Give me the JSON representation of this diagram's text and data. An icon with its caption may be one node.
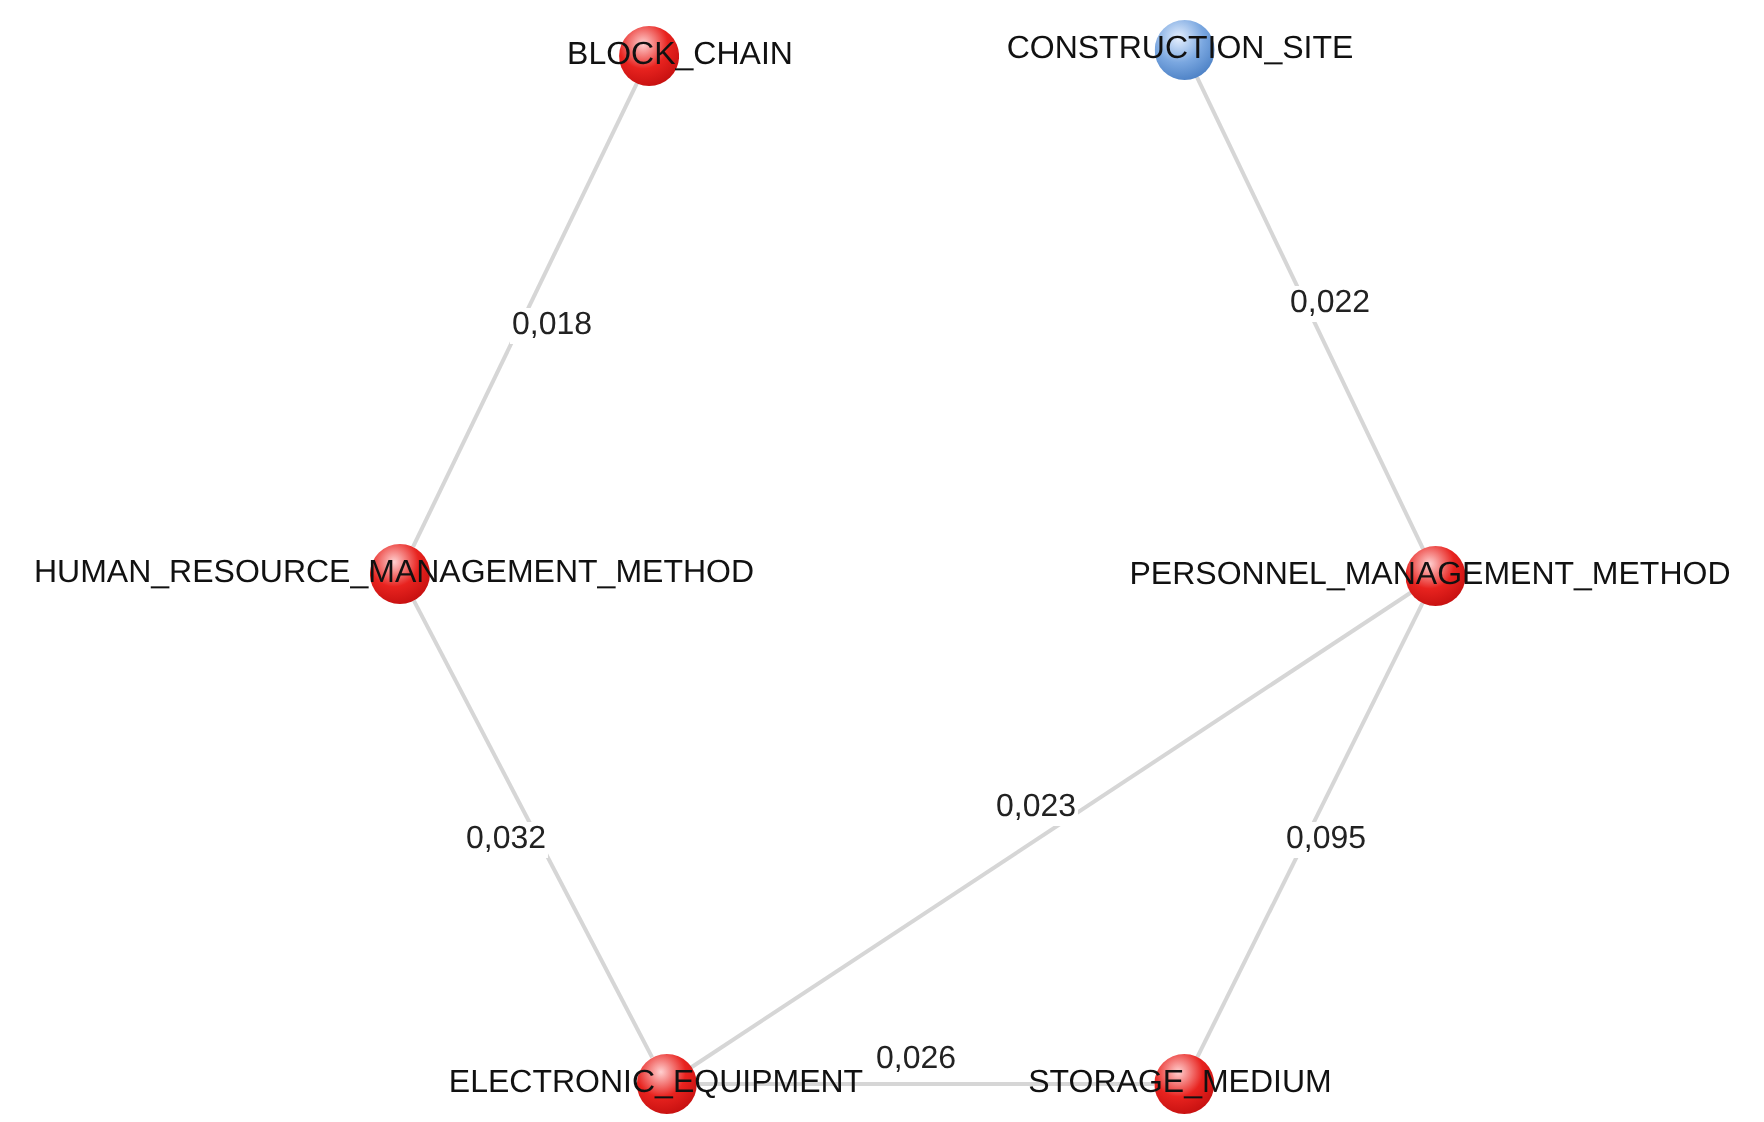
{
  "diagram": {
    "nodes": [
      {
        "text": [
          "BLOCK_CHAIN"
        ]
      },
      {
        "text": [
          "CONSTRUCTION_SITE"
        ]
      },
      {
        "text": [
          "HUMAN_RESOURCE_MANAGEMENT_METHOD"
        ]
      },
      {
        "text": [
          "PERSONNEL_MANAGEMENT_METHOD"
        ]
      },
      {
        "text": [
          "ELECTRONIC_EQUIPMENT"
        ]
      },
      {
        "text": [
          "STORAGE_MEDIUM"
        ]
      }
    ],
    "edges": [
      {
        "from": 0,
        "to": 2,
        "arrow": "none",
        "label": "0,018"
      },
      {
        "from": 1,
        "to": 3,
        "arrow": "none",
        "label": "0,022"
      },
      {
        "from": 2,
        "to": 4,
        "arrow": "none",
        "label": "0,032"
      },
      {
        "from": 3,
        "to": 4,
        "arrow": "none",
        "label": "0,023"
      },
      {
        "from": 3,
        "to": 5,
        "arrow": "none",
        "label": "0,095"
      },
      {
        "from": 4,
        "to": 5,
        "arrow": "none",
        "label": "0,026"
      }
    ]
  }
}
